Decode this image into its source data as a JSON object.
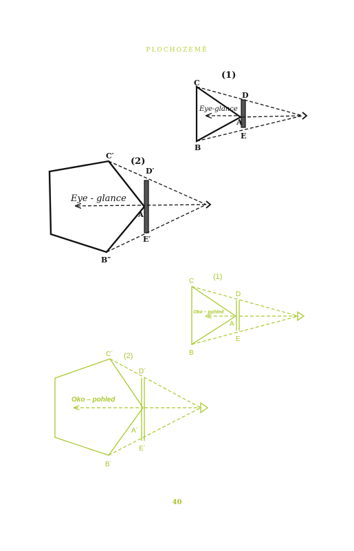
{
  "page": {
    "running_head": "PLOCHOZEMĚ",
    "page_number": "40",
    "accent_color": "#a8c82c"
  },
  "original_figure": {
    "fig1": {
      "number": "(1)",
      "caption": "Eye-glance",
      "labels": {
        "C": "C",
        "D": "D",
        "A": "A",
        "E": "E",
        "B": "B"
      }
    },
    "fig2": {
      "number": "(2)",
      "caption": "Eye - glance",
      "labels": {
        "C": "C′",
        "D": "D′",
        "A": "A′",
        "E": "E′",
        "B": "B″"
      }
    }
  },
  "translated_figure": {
    "fig1": {
      "number": "(1)",
      "caption": "Oko – pohled",
      "labels": {
        "C": "C",
        "D": "D",
        "A": "A",
        "E": "E",
        "B": "B"
      }
    },
    "fig2": {
      "number": "(2)",
      "caption": "Oko – pohled",
      "labels": {
        "C": "C´",
        "D": "D´",
        "A": "A´",
        "E": "E´",
        "B": "B´"
      }
    }
  }
}
